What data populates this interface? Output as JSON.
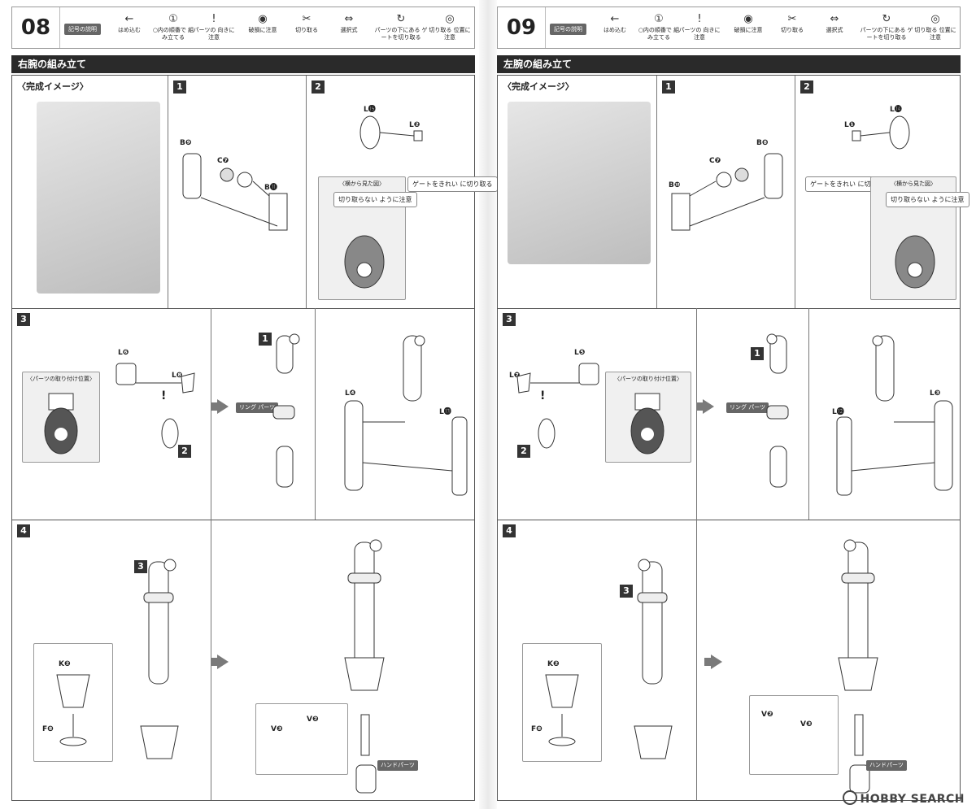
{
  "legend": {
    "tag": "記号の説明",
    "symbols": [
      {
        "icon": "←",
        "label": "はめ込む"
      },
      {
        "icon": "①",
        "label": "○内の順番で 組み立てる"
      },
      {
        "icon": "!",
        "label": "パーツの 向きに注意"
      },
      {
        "icon": "◉",
        "label": "破損に注意"
      },
      {
        "icon": "✂",
        "label": "切り取る"
      },
      {
        "icon": "⇔",
        "label": "選択式"
      },
      {
        "icon": "↻",
        "label": "パーツの下にある ゲートを切り取る"
      },
      {
        "icon": "◎",
        "label": "切り取る 位置に注意"
      }
    ]
  },
  "pages": [
    {
      "number": "08",
      "title": "右腕の組み立て",
      "image_label": "〈完成イメージ〉",
      "step1": {
        "num": "1",
        "labels": [
          "B❾",
          "C❼",
          "B⓫"
        ]
      },
      "step2": {
        "num": "2",
        "labels": [
          "L⓯",
          "L❷"
        ],
        "side_view": "〈横から見た図〉",
        "note1": "切り取らない ように注意",
        "note2": "ゲートをきれい に切り取る"
      },
      "step3": {
        "num": "3",
        "labels": [
          "L❻",
          "L❽",
          "L❹",
          "L⓭"
        ],
        "box_title": "〈パーツの取り付け位置〉",
        "ring": "リング パーツ",
        "ref1": "1",
        "ref2": "2"
      },
      "step4": {
        "num": "4",
        "labels": [
          "K❷",
          "F❽",
          "V❸",
          "V❷"
        ],
        "ref": "3",
        "hand": "ハンドパーツ"
      }
    },
    {
      "number": "09",
      "title": "左腕の組み立て",
      "image_label": "〈完成イメージ〉",
      "step1": {
        "num": "1",
        "labels": [
          "B❽",
          "C❼",
          "B❿"
        ]
      },
      "step2": {
        "num": "2",
        "labels": [
          "L⓮",
          "L❶"
        ],
        "side_view": "〈横から見た図〉",
        "note1": "切り取らない ように注意",
        "note2": "ゲートをきれい に切り取る"
      },
      "step3": {
        "num": "3",
        "labels": [
          "L❺",
          "L❼",
          "L❸",
          "L⓬"
        ],
        "box_title": "〈パーツの取り付け位置〉",
        "ring": "リング パーツ",
        "ref1": "1",
        "ref2": "2"
      },
      "step4": {
        "num": "4",
        "labels": [
          "K❷",
          "F❽",
          "V❷",
          "V❸"
        ],
        "ref": "3",
        "hand": "ハンドパーツ"
      }
    }
  ],
  "watermark": "HOBBY SEARCH"
}
